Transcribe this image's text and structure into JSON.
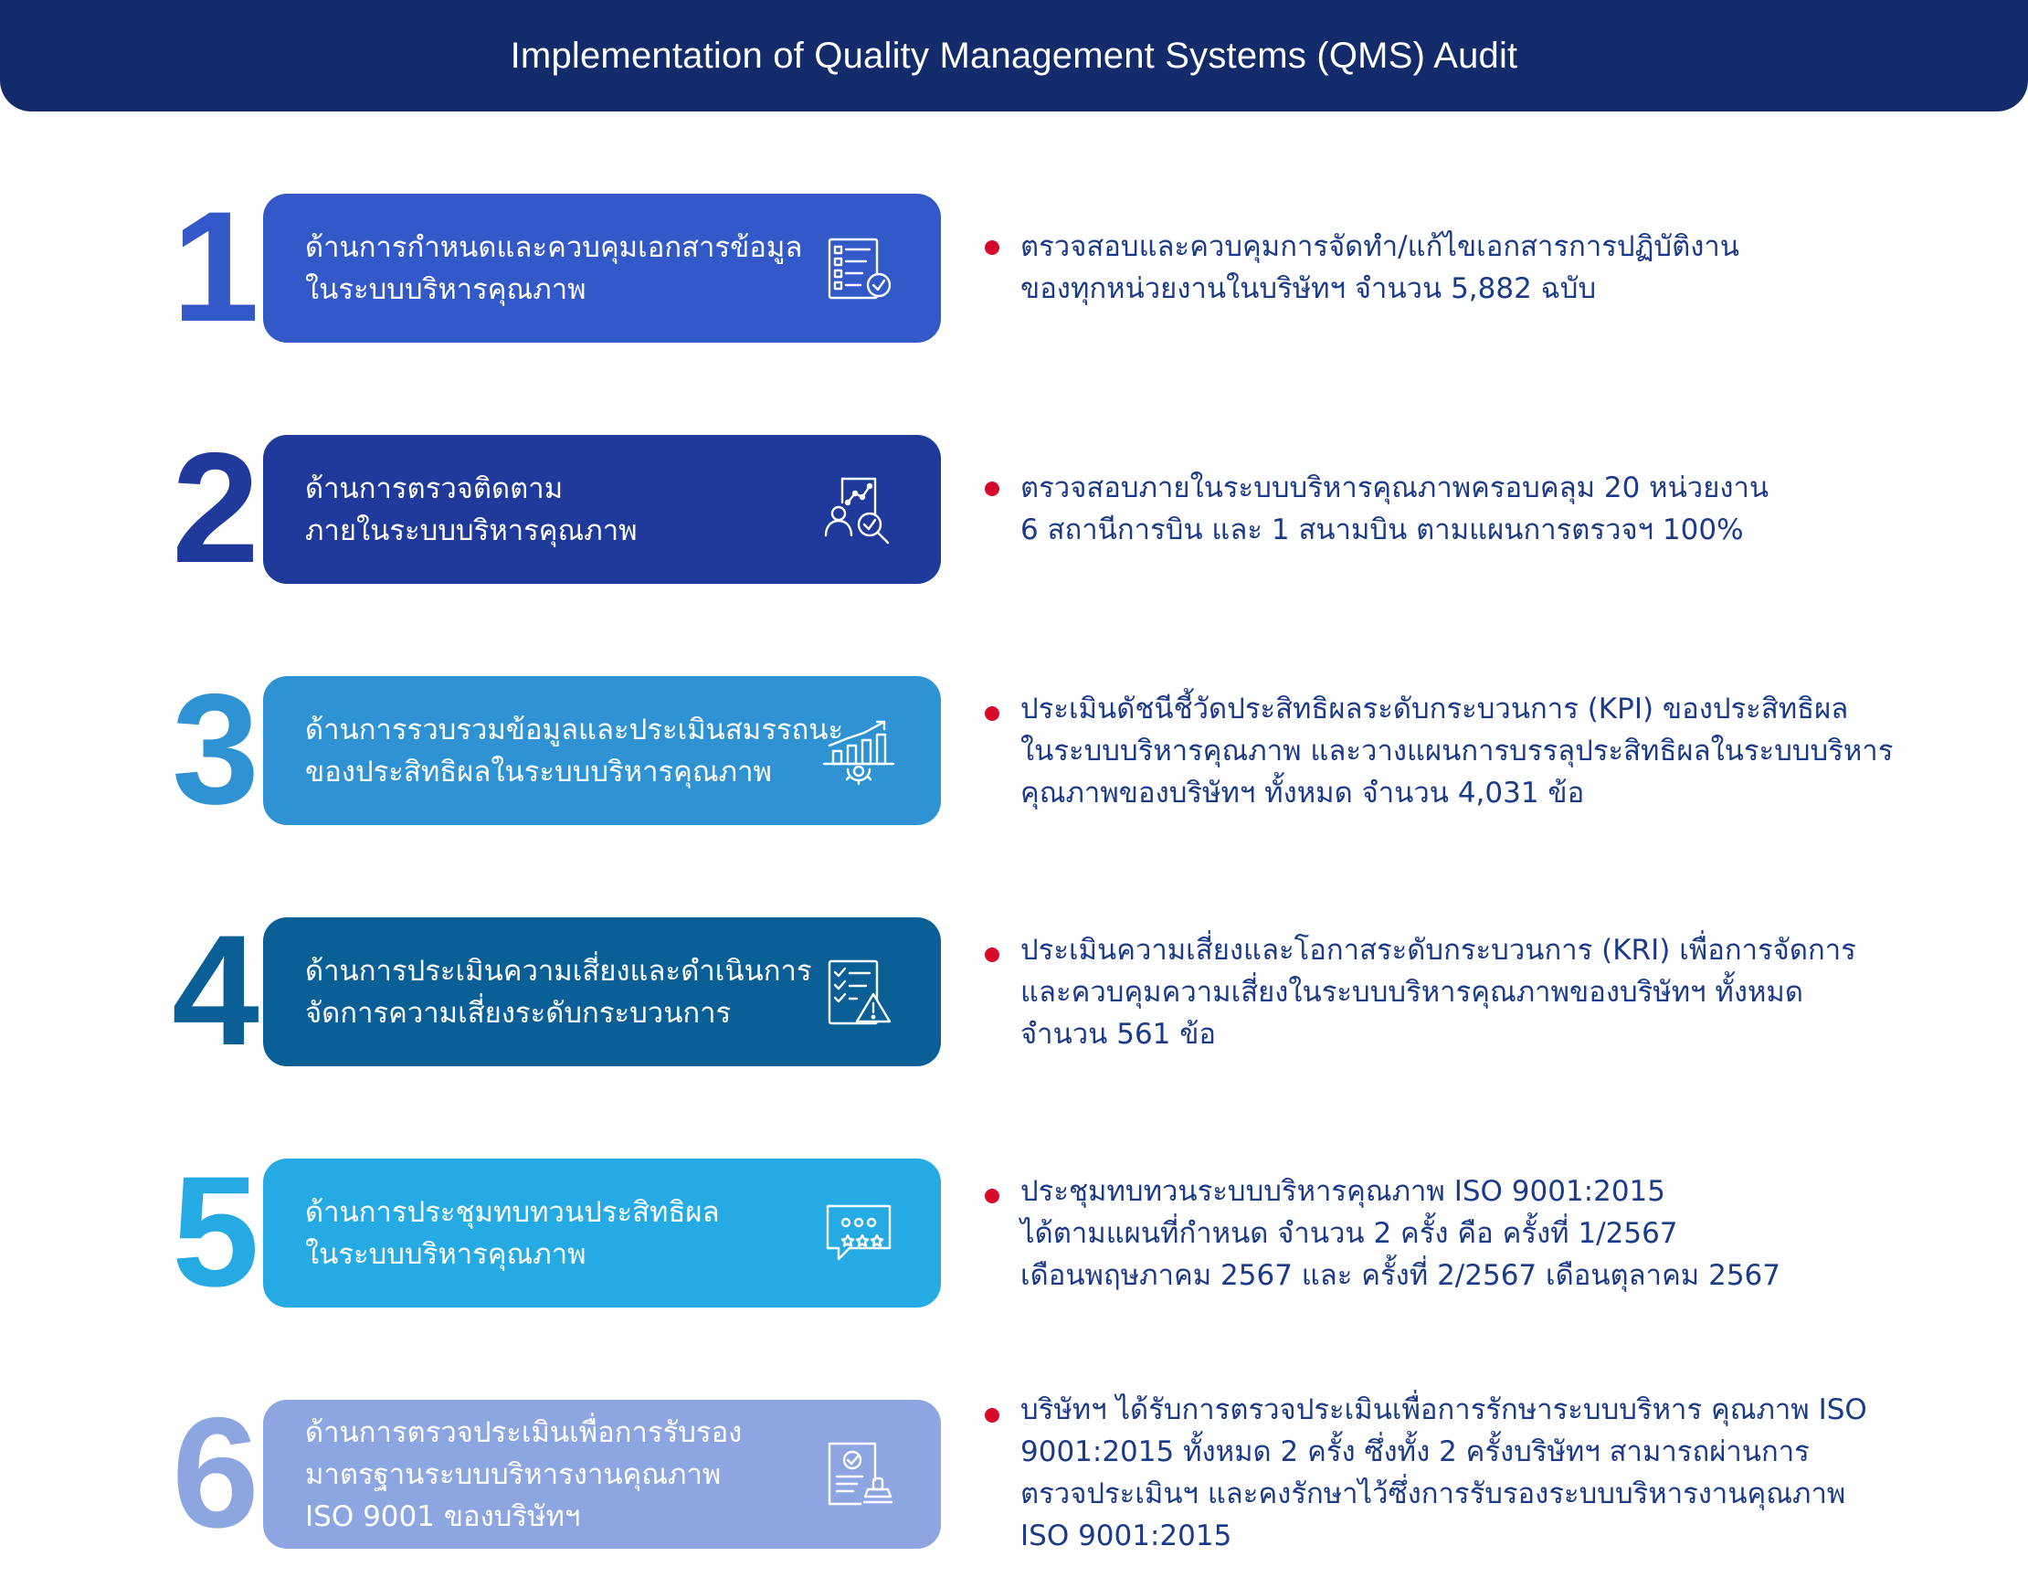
{
  "header": {
    "title": "Implementation of Quality Management Systems (QMS) Audit"
  },
  "colors": {
    "header_bg": "#132a6b",
    "bullet": "#d50a2b",
    "description_text": "#1a3a8a",
    "row_1": "#3358c8",
    "row_2": "#1f3a9a",
    "row_3": "#2f93d3",
    "row_4": "#0a5f97",
    "row_5": "#26aae3",
    "row_6": "#8da5e0"
  },
  "items": [
    {
      "number": "1",
      "icon": "document-checklist-icon",
      "title_lines": [
        "ด้านการกำหนดและควบคุมเอกสารข้อมูล",
        "ในระบบบริหารคุณภาพ"
      ],
      "description_lines": [
        "ตรวจสอบและควบคุมการจัดทำ/แก้ไขเอกสารการปฏิบัติงาน",
        "ของทุกหน่วยงานในบริษัทฯ จำนวน 5,882 ฉบับ"
      ]
    },
    {
      "number": "2",
      "icon": "audit-monitoring-icon",
      "title_lines": [
        "ด้านการตรวจติดตาม",
        "ภายในระบบบริหารคุณภาพ"
      ],
      "description_lines": [
        "ตรวจสอบภายในระบบบริหารคุณภาพครอบคลุม 20 หน่วยงาน",
        "6 สถานีการบิน และ 1 สนามบิน ตามแผนการตรวจฯ 100%"
      ]
    },
    {
      "number": "3",
      "icon": "performance-chart-gear-icon",
      "title_lines": [
        "ด้านการรวบรวมข้อมูลและประเมินสมรรถนะ",
        "ของประสิทธิผลในระบบบริหารคุณภาพ"
      ],
      "description_lines": [
        "ประเมินดัชนีชี้วัดประสิทธิผลระดับกระบวนการ (KPI) ของประสิทธิผล",
        "ในระบบบริหารคุณภาพ และวางแผนการบรรลุประสิทธิผลในระบบบริหาร",
        "คุณภาพของบริษัทฯ ทั้งหมด จำนวน 4,031 ข้อ"
      ]
    },
    {
      "number": "4",
      "icon": "risk-checklist-warning-icon",
      "title_lines": [
        "ด้านการประเมินความเสี่ยงและดำเนินการ",
        "จัดการความเสี่ยงระดับกระบวนการ"
      ],
      "description_lines": [
        "ประเมินความเสี่ยงและโอกาสระดับกระบวนการ (KRI) เพื่อการจัดการ",
        "และควบคุมความเสี่ยงในระบบบริหารคุณภาพของบริษัทฯ ทั้งหมด",
        "จำนวน 561 ข้อ"
      ]
    },
    {
      "number": "5",
      "icon": "review-rating-icon",
      "title_lines": [
        "ด้านการประชุมทบทวนประสิทธิผล",
        "ในระบบบริหารคุณภาพ"
      ],
      "description_lines": [
        "ประชุมทบทวนระบบบริหารคุณภาพ ISO 9001:2015",
        "ได้ตามแผนที่กำหนด จำนวน 2 ครั้ง คือ ครั้งที่ 1/2567",
        "เดือนพฤษภาคม 2567 และ ครั้งที่ 2/2567 เดือนตุลาคม 2567"
      ]
    },
    {
      "number": "6",
      "icon": "certificate-stamp-icon",
      "title_lines": [
        "ด้านการตรวจประเมินเพื่อการรับรอง",
        "มาตรฐานระบบบริหารงานคุณภาพ",
        "ISO 9001 ของบริษัทฯ"
      ],
      "description_lines": [
        "บริษัทฯ ได้รับการตรวจประเมินเพื่อการรักษาระบบบริหาร คุณภาพ ISO",
        "9001:2015 ทั้งหมด 2 ครั้ง ซึ่งทั้ง 2 ครั้งบริษัทฯ สามารถผ่านการ",
        "ตรวจประเมินฯ และคงรักษาไว้ซึ่งการรับรองระบบบริหารงานคุณภาพ",
        "ISO 9001:2015"
      ]
    }
  ]
}
